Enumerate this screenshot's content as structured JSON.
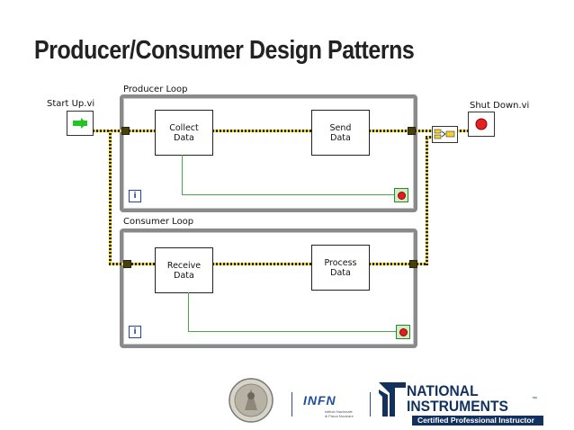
{
  "title": "Producer/Consumer Design Patterns",
  "start_vi": {
    "label": "Start Up.vi",
    "icon": "green-arrow-icon"
  },
  "shutdown_vi": {
    "label": "Shut Down.vi",
    "icon": "red-stop-icon"
  },
  "producer_loop": {
    "label": "Producer Loop",
    "nodes": [
      "Collect\nData",
      "Send\nData"
    ],
    "iteration_terminal": "i"
  },
  "consumer_loop": {
    "label": "Consumer Loop",
    "nodes": [
      "Receive\nData",
      "Process\nData"
    ],
    "iteration_terminal": "i"
  },
  "logos": {
    "infn": "INFN",
    "infn_sub1": "Istituto Nazionale",
    "infn_sub2": "di Fisica Nucleare",
    "ni_line1": "NATIONAL",
    "ni_line2": "INSTRUMENTS",
    "ni_tm": "™",
    "ni_cert": "Certified Professional Instructor"
  },
  "colors": {
    "error_wire": "#f2d230",
    "boolean_wire": "#4aa84a",
    "loop_border": "#8a8a8a",
    "ni_blue": "#12315e"
  }
}
